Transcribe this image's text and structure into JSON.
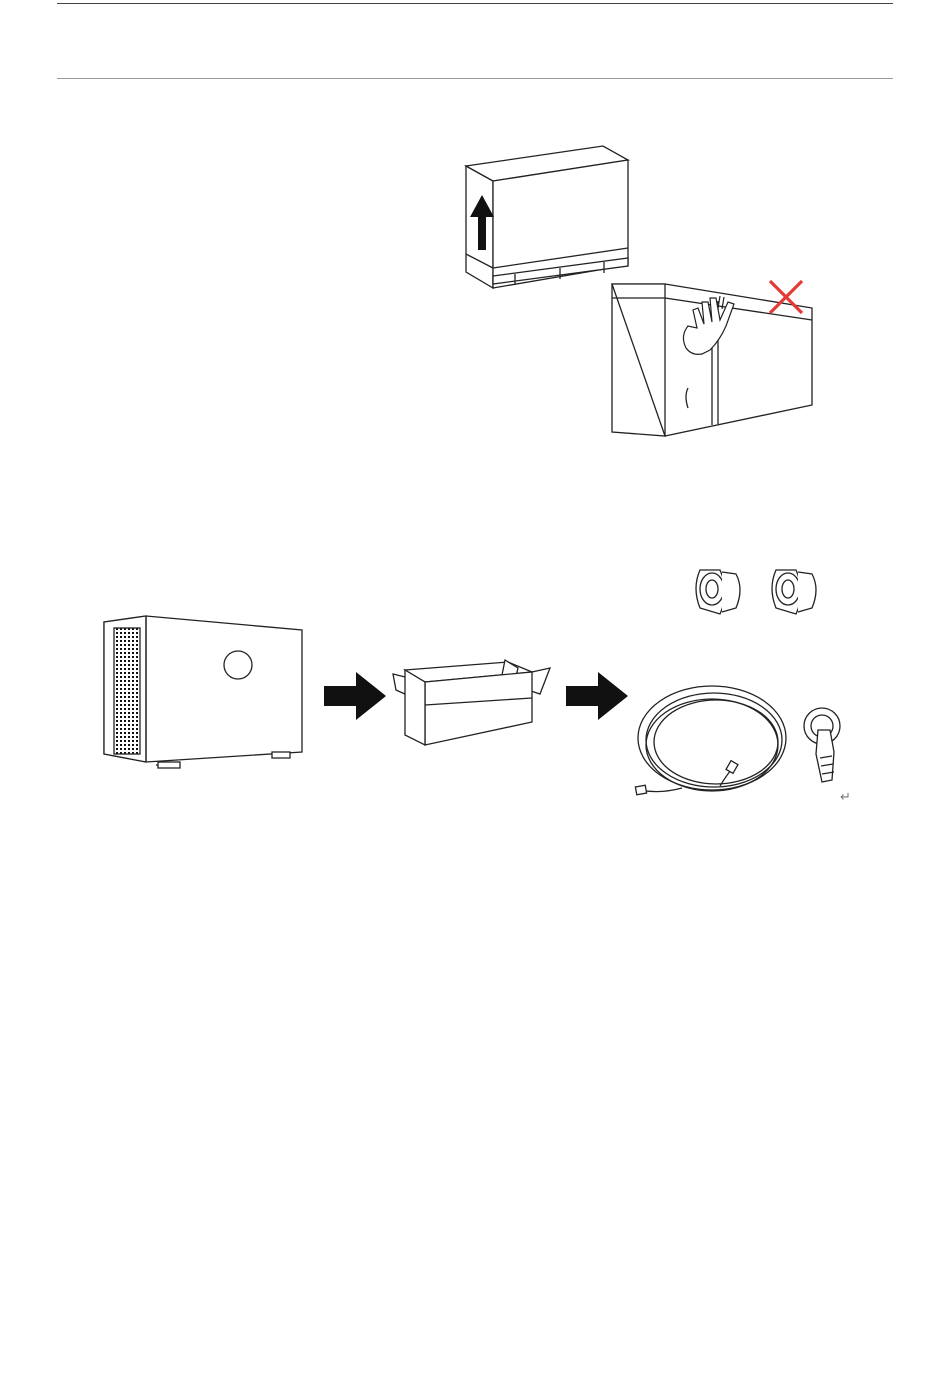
{
  "page": {
    "header_rules": [
      "top-rule",
      "sub-rule"
    ],
    "figures": [
      {
        "name": "carton-lift-illustration",
        "icons": [
          "up-arrow-icon",
          "pallet-icon"
        ]
      },
      {
        "name": "wrong-lifting-illustration",
        "icons": [
          "hand-icon",
          "red-cross-icon"
        ],
        "cross_color": "#e53935"
      },
      {
        "name": "unpacking-flow",
        "icons": [
          "heat-pump-icon",
          "flow-arrow-icon",
          "open-box-icon",
          "flow-arrow-icon",
          "union-connector-icon",
          "drain-hose-icon",
          "drain-nozzle-icon"
        ]
      }
    ],
    "return_mark": "↵"
  }
}
